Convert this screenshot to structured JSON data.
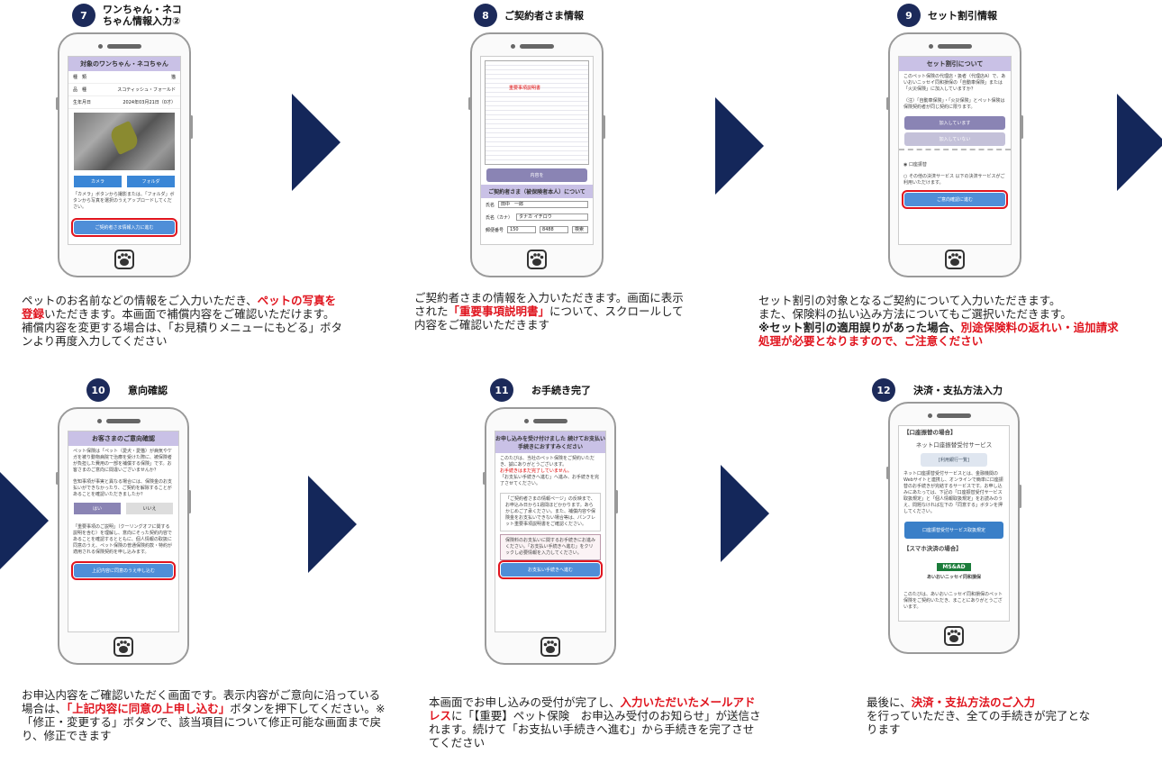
{
  "steps": [
    {
      "num": "7",
      "title": "ワンちゃん・ネコ\nちゃん情報入力②"
    },
    {
      "num": "8",
      "title": "ご契約者さま情報"
    },
    {
      "num": "9",
      "title": "セット割引情報"
    },
    {
      "num": "10",
      "title": "意向確認"
    },
    {
      "num": "11",
      "title": "お手続き完了"
    },
    {
      "num": "12",
      "title": "決済・支払方法入力"
    }
  ],
  "screens": {
    "s7": {
      "header": "対象のワンちゃん・ネコちゃん",
      "rows": [
        [
          "種　類",
          "猫"
        ],
        [
          "品　種",
          "スコティッシュ・フォールド"
        ],
        [
          "生年月日",
          "2024年03月21日（0才）"
        ]
      ],
      "camera": "カメラ",
      "folder": "フォルダ",
      "note": "「カメラ」ボタンから撮影または、「フォルダ」ボタンから写真を選択のうえアップロードしてください。",
      "next": "ご契約者さま情報入力に進む"
    },
    "s8": {
      "doc_tag": "重要事項説明書",
      "confirm": "内容を",
      "section": "ご契約者さま（被保険者本人）について",
      "name_label": "氏名",
      "name_val": "田中　一郎",
      "kana_label": "氏名（カナ）",
      "kana_val": "タナカ イチロウ",
      "zip_label": "郵便番号",
      "zip1": "150",
      "zip2": "8488",
      "zip_btn": "検索"
    },
    "s9": {
      "header": "セット割引について",
      "text1": "このペット保険の代理店・扱者（代理店A）で、あいおいニッセイ同和損保の「自動車保険」または「火災保険」に加入していますか？",
      "text2": "（注）「自動車保険」・「火災保険」とペット保険は保険契約者が同じ契約に限ります。",
      "btn_yes": "加入しています",
      "btn_no": "加入していない",
      "radio1": "口座振替",
      "radio2": "その他の決済サービス 以下の決済サービスがご利用いただけます。",
      "next": "ご意向確認に進む"
    },
    "s10": {
      "header": "お客さまのご意向確認",
      "text1": "ペット保険は「ペット（愛犬・愛猫）が病気やケガを被り動物病院で治療を受けた際に、被保険者が負担した費用の一部を補償する保険」です。お客さまのご意向に間違いございませんか？",
      "text2": "告知事項が事実と異なる場合には、保険金のお支払いができなかったり、ご契約を解除することがあることを確認いただきましたか？",
      "yes": "はい",
      "no": "いいえ",
      "text3": "「重要事項のご説明」（クーリングオフに関する説明を含む）を理解し、意向にそった契約内容であることを確認するとともに、個人情報の取扱に同意のうえ、ペット保険の普通保険約款・特約が適用される保険契約を申し込みます。",
      "submit": "上記内容に同意のうえ申し込む"
    },
    "s11": {
      "header": "お申し込みを受け付けました 続けてお支払い手続きにおすすみください",
      "text1": "このたびは、当社のペット保険をご契約いただき、誠にありがとうございます。",
      "text1_red": "お手続きはまだ完了していません。",
      "text1b": "「お支払い手続きへ進む」へ進み、お手続きを完了させてください。",
      "text2": "「ご契約者さまの情報ページ」の反映まで、お申込み日から1週間ほどかかります。あらかじめご了承ください。また、補償内容や保険金をお支払いできない場合等は、パンフレット重要事項説明書をご確認ください。",
      "text3": "保険料のお支払いに関するお手続きにお進みください。「お支払い手続きへ進む」をクリックし必要情報を入力してください。",
      "next": "お支払い手続きへ進む"
    },
    "s12": {
      "t1": "【口座振替の場合】",
      "t2": "ネット口座振替受付サービス",
      "small_btn": "[利用銀行一覧]",
      "text1": "ネット口座振替受付サービスとは、金融機関のWebサイトと連携し、オンラインで簡単に口座振替のお手続きが完結するサービスです。お申し込みにあたっては、下記の「口座振替受付サービス取扱規定」と「個人情報取扱規定」をお読みのうえ、問題なければ左下の「同意する」ボタンを押してください。",
      "blue_btn": "口座振替受付サービス取扱規定",
      "t3": "【スマホ決済の場合】",
      "logo": "MS&AD",
      "logo_sub": "あいおいニッセイ同和損保",
      "text2": "このたびは、あいおいニッセイ同和損保のペット保険をご契約いただき、まことにありがとうございます。"
    }
  },
  "desc7": {
    "a": "ペットのお名前などの情報をご入力いただき、",
    "b": "ペットの写真を登録",
    "c": "いただきます。本画面で補償内容をご確認いただけます。",
    "d": "補償内容を変更する場合は、「お見積りメニューにもどる」ボタンより再度入力してください"
  },
  "desc8": {
    "a": "ご契約者さまの情報を入力いただきます。画面に表示された",
    "b": "「重要事項説明書」",
    "c": "について、スクロールして内容をご確認いただきます"
  },
  "desc9": {
    "a": "セット割引の対象となるご契約について入力いただきます。",
    "b": "また、保険料の払い込み方法についてもご選択いただきます。",
    "c": "※セット割引の適用誤りがあった場合、",
    "d": "別途保険料の返れい・追加請求処理が必要となりますので、ご注意ください"
  },
  "desc10": {
    "a": "お申込内容をご確認いただく画面です。表示内容がご意向に沿っている場合は、",
    "b": "「上記内容に同意の上申し込む」",
    "c": "ボタンを押下してください。※「修正・変更する」ボタンで、該当項目について修正可能な画面まで戻り、修正できます"
  },
  "desc11": {
    "a": "本画面でお申し込みの受付が完了し、",
    "b": "入力いただいたメールアドレス",
    "c": "に「【重要】ペット保険　お申込み受付のお知らせ」が送信されます。続けて「お支払い手続きへ進む」から手続きを完了させてください"
  },
  "desc12": {
    "a": "最後に、",
    "b": "決済・支払方法のご入力",
    "c": "を行っていただき、全ての手続きが完了となります"
  }
}
